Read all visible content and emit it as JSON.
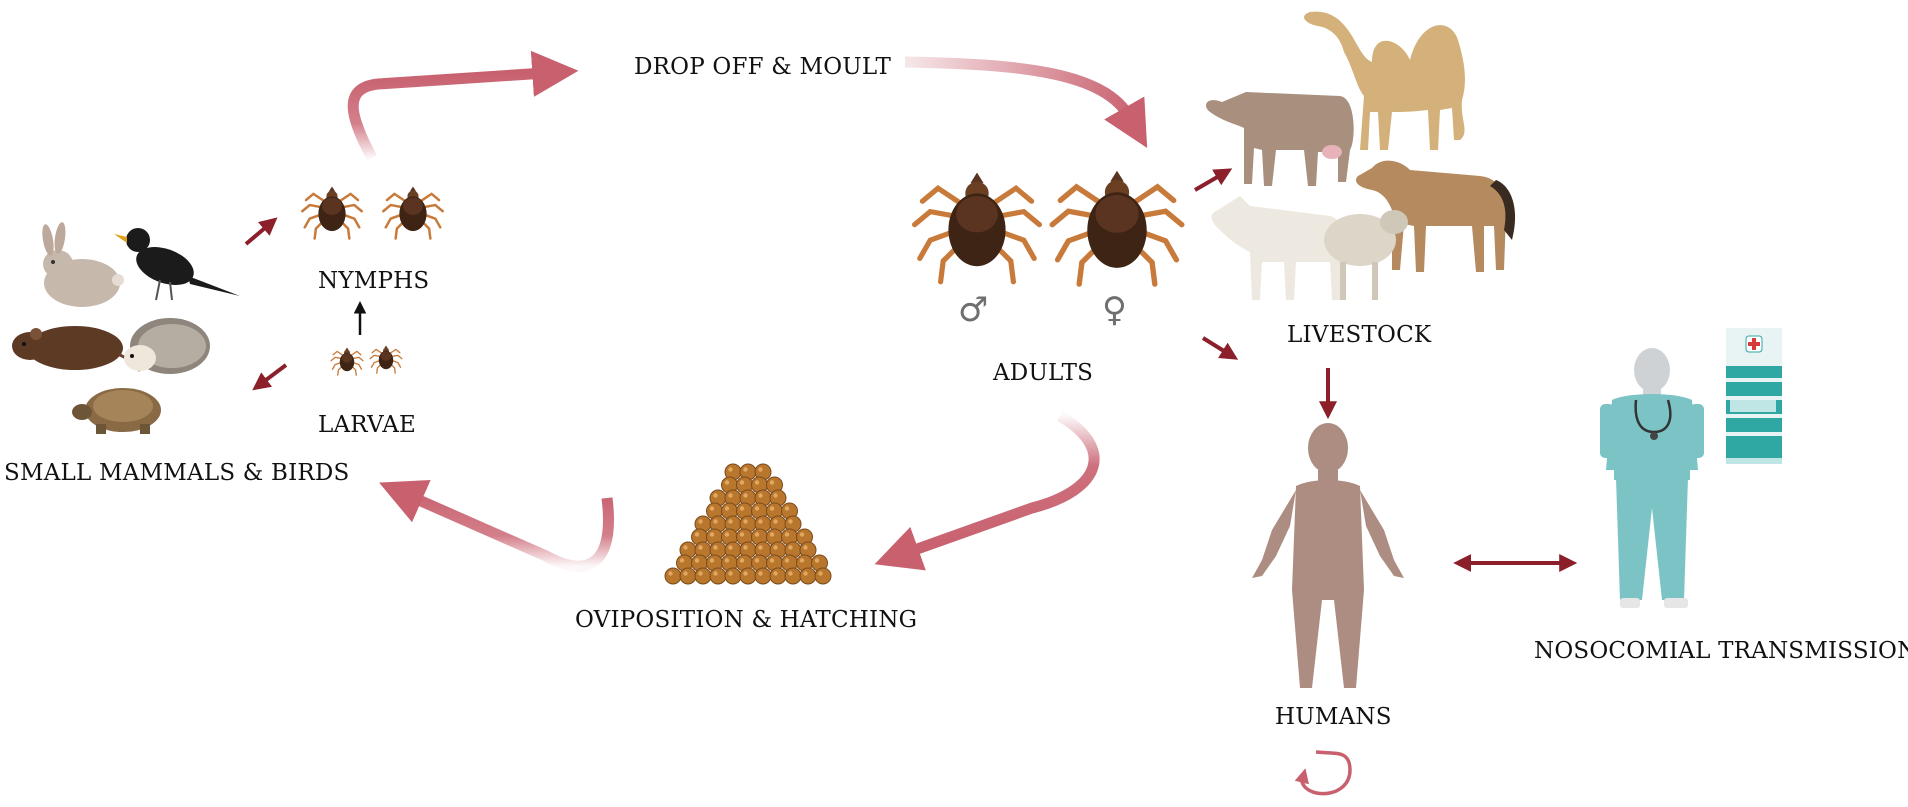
{
  "labels": {
    "drop_off_moult": "DROP OFF & MOULT",
    "nymphs": "NYMPHS",
    "larvae": "LARVAE",
    "small_mammals_birds": "SMALL MAMMALS & BIRDS",
    "adults": "ADULTS",
    "livestock": "LIVESTOCK",
    "oviposition_hatching": "OVIPOSITION & HATCHING",
    "humans": "HUMANS",
    "nosocomial_transmission": "NOSOCOMIAL TRANSMISSION"
  },
  "symbols": {
    "male": "♂",
    "female": "♀"
  },
  "icons": [
    "rabbit-icon",
    "blackbird-icon",
    "rat-icon",
    "hedgehog-icon",
    "tortoise-icon",
    "nymph-tick-icon",
    "larva-tick-icon",
    "adult-male-tick-icon",
    "adult-female-tick-icon",
    "tick-eggs-icon",
    "camel-icon",
    "cow-icon",
    "horse-icon",
    "goat-icon",
    "sheep-icon",
    "human-silhouette-icon",
    "healthcare-worker-icon",
    "hospital-building-icon"
  ],
  "colors": {
    "cycle_arrow": "#c8606e",
    "transmission_arrow": "#8b1f2a",
    "tick_body": "#4a2a17",
    "tick_legs": "#c87a3a",
    "egg": "#b9772e"
  }
}
